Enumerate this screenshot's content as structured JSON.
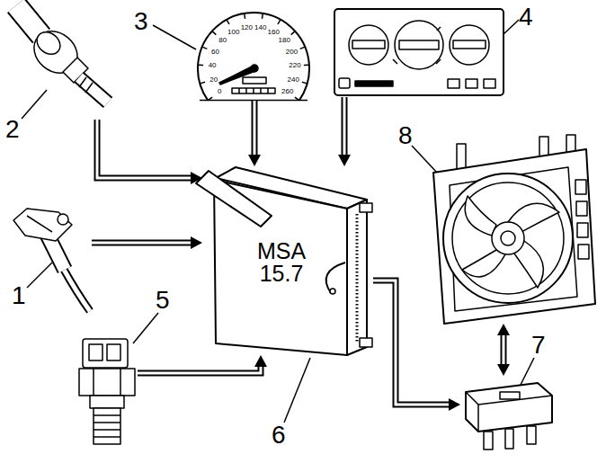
{
  "diagram": {
    "nodes": [
      {
        "text": [
          "1"
        ]
      },
      {
        "text": [
          "2"
        ]
      },
      {
        "text": [
          "3"
        ]
      },
      {
        "text": [
          "4"
        ]
      },
      {
        "text": [
          "5"
        ]
      },
      {
        "text": [
          "MSA 15.7",
          "6"
        ]
      },
      {
        "text": [
          "7"
        ]
      },
      {
        "text": [
          "8"
        ]
      }
    ],
    "edges": [
      {
        "from": 0,
        "to": 5,
        "arrow": "to"
      },
      {
        "from": 1,
        "to": 5,
        "arrow": "to"
      },
      {
        "from": 2,
        "to": 5,
        "arrow": "to"
      },
      {
        "from": 3,
        "to": 5,
        "arrow": "to"
      },
      {
        "from": 4,
        "to": 5,
        "arrow": "to"
      },
      {
        "from": 5,
        "to": 6,
        "arrow": "to"
      },
      {
        "from": 6,
        "to": 7,
        "arrow": "both"
      }
    ],
    "labels": [
      "0",
      "20",
      "40",
      "60",
      "80",
      "100",
      "120",
      "140",
      "160",
      "180",
      "200",
      "220",
      "240",
      "260"
    ]
  }
}
